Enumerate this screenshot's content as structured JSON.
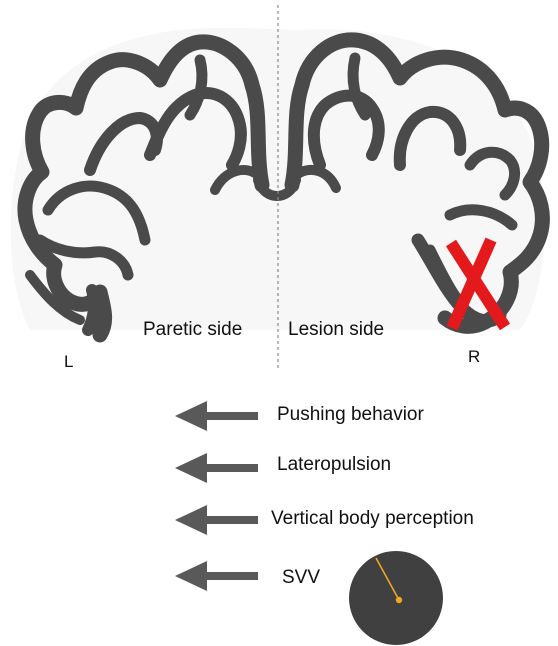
{
  "brain": {
    "left_hemisphere_letter": "L",
    "right_hemisphere_letter": "R",
    "paretic_side_label": "Paretic side",
    "lesion_side_label": "Lesion side",
    "lesion_marker": "X"
  },
  "indicators": [
    {
      "label": "Pushing behavior",
      "direction": "left"
    },
    {
      "label": "Lateropulsion",
      "direction": "left"
    },
    {
      "label": "Vertical body perception",
      "direction": "left"
    },
    {
      "label": "SVV",
      "direction": "left"
    }
  ],
  "colors": {
    "cortex": "#4a4a4a",
    "arrow": "#595959",
    "lesion_marker": "#e3191c",
    "svv_disc": "#404040",
    "svv_line": "#f0a623",
    "midline": "#8a8a8a"
  },
  "icons": {
    "svv_dial": "subjective-visual-vertical-dial",
    "arrows": "left-arrow"
  }
}
